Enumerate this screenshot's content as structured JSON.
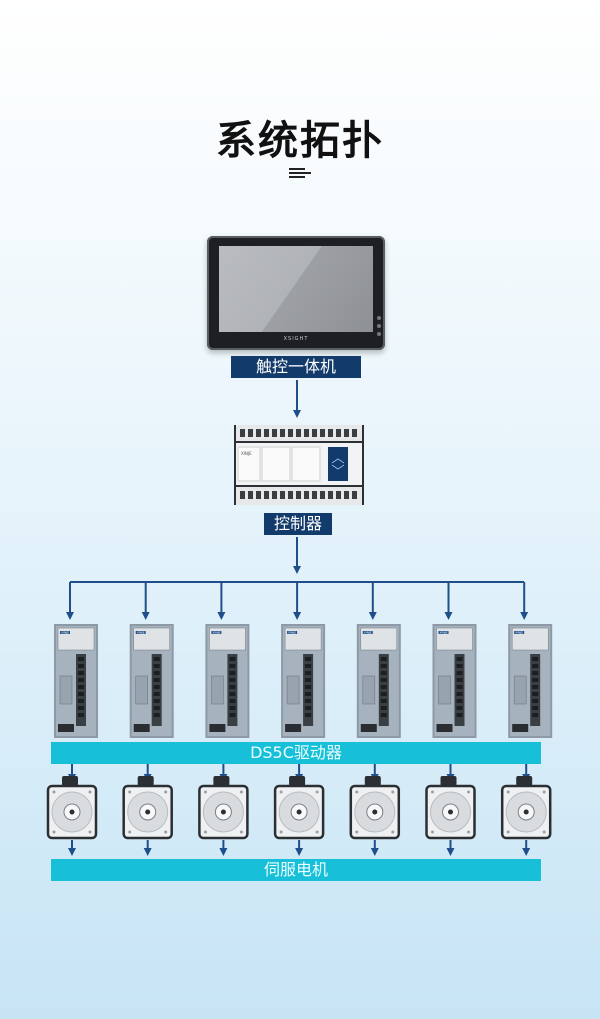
{
  "title": "系统拓扑",
  "hmi": {
    "label": "触控一体机",
    "brand": "XSIGHT"
  },
  "controller": {
    "label": "控制器",
    "brand": "XINJE"
  },
  "drives": {
    "band_label": "DS5C驱动器",
    "count": 7,
    "brand": "XINJE"
  },
  "motors": {
    "band_label": "伺服电机",
    "count": 7
  },
  "colors": {
    "navy_label": "#123a6b",
    "cyan_band": "#18bfd8",
    "connector": "#1f4f8a"
  }
}
